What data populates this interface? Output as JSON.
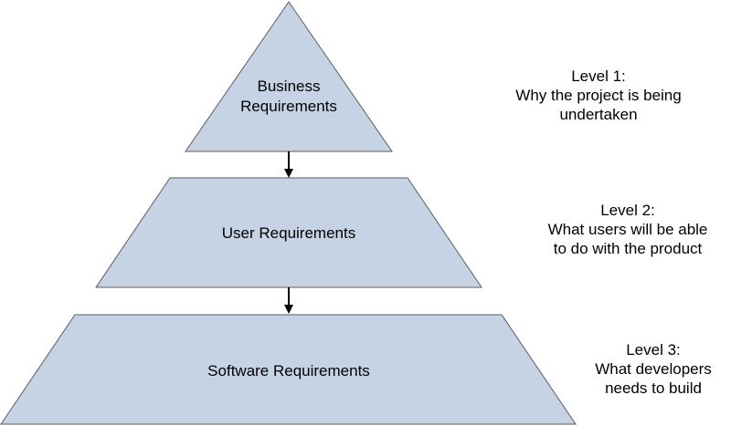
{
  "tiers": [
    {
      "label_lines": [
        "Business",
        "Requirements"
      ],
      "note_lines": [
        "Level 1:",
        "Why the project is being",
        "undertaken"
      ]
    },
    {
      "label_lines": [
        "User Requirements"
      ],
      "note_lines": [
        "Level 2:",
        "What users will be able",
        "to do with the product"
      ]
    },
    {
      "label_lines": [
        "Software Requirements"
      ],
      "note_lines": [
        "Level 3:",
        "What developers",
        "needs to build"
      ]
    }
  ],
  "colors": {
    "shape_fill": "#c5d3e5",
    "shape_stroke": "#5c5c5c",
    "arrow": "#000000"
  }
}
